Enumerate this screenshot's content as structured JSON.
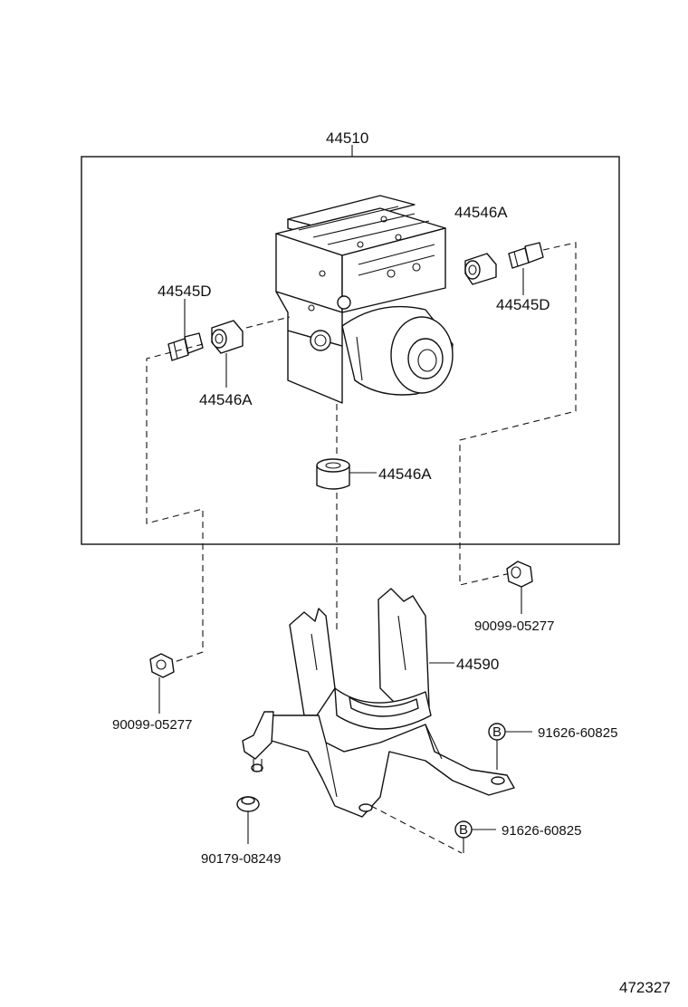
{
  "diagram": {
    "assembly_label": "44510",
    "labels": {
      "bolt_left": "44545D",
      "bolt_right": "44545D",
      "cushion_left": "44546A",
      "cushion_right": "44546A",
      "cushion_bottom": "44546A",
      "bracket": "44590",
      "nut_right": "90099-05277",
      "nut_left": "90099-05277",
      "bolt_b_upper": "91626-60825",
      "bolt_b_lower": "91626-60825",
      "grommet": "90179-08249"
    },
    "circle_marker": "B",
    "figure_number": "472327"
  }
}
